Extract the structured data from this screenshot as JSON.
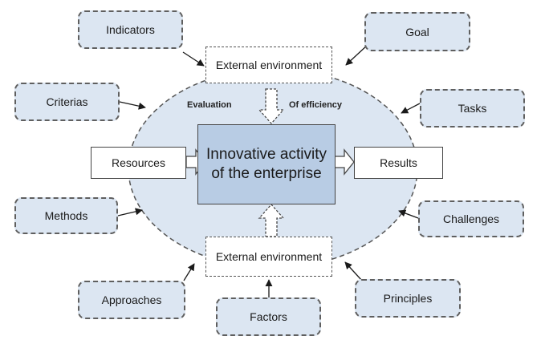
{
  "diagram": {
    "center": "Innovative activity of the enterprise",
    "external_top": "External environment",
    "external_bottom": "External environment",
    "input": "Resources",
    "output": "Results",
    "evaluation_label": "Evaluation",
    "efficiency_label": "Of efficiency",
    "left_items": [
      "Indicators",
      "Criterias",
      "Methods",
      "Approaches"
    ],
    "right_items": [
      "Goal",
      "Tasks",
      "Challenges",
      "Principles"
    ],
    "bottom_item": "Factors"
  },
  "colors": {
    "ellipse_fill": "#dce6f2",
    "item_fill": "#dce6f2",
    "core_fill": "#b8cce4",
    "border": "#555555",
    "arrow": "#1a1a1a"
  }
}
